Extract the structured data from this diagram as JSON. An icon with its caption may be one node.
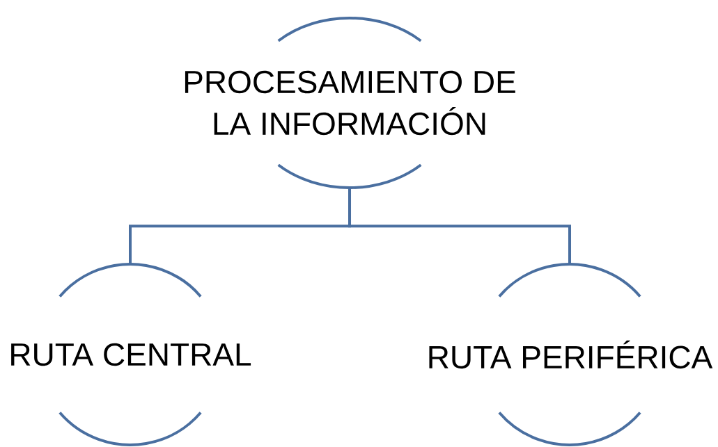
{
  "diagram": {
    "nodes": [
      {
        "text": [
          "PROCESAMIENTO DE LA INFORMACIÓN"
        ]
      },
      {
        "text": [
          "RUTA CENTRAL"
        ]
      },
      {
        "text": [
          "RUTA PERIFÉRICA"
        ]
      }
    ],
    "edges": [
      {
        "from": 0,
        "to": 1,
        "arrow": "none"
      },
      {
        "from": 0,
        "to": 2,
        "arrow": "none"
      }
    ]
  }
}
